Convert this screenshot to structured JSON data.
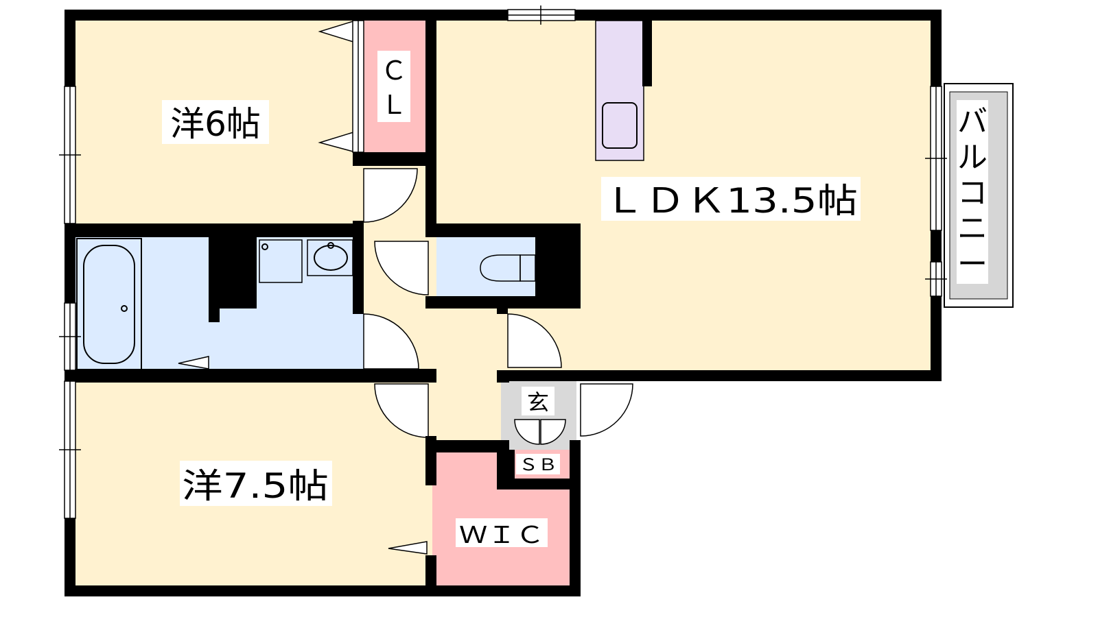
{
  "rooms": {
    "western_6": "洋6帖",
    "closet": [
      "Ｃ",
      "Ｌ"
    ],
    "ldk": "ＬＤＫ13.5帖",
    "balcony": [
      "バ",
      "ル",
      "コ",
      "ニ",
      "ー"
    ],
    "western_7_5": "洋7.5帖",
    "entrance": "玄",
    "shoe_box": "ＳＢ",
    "wic": "ＷＩＣ"
  },
  "colors": {
    "bedroom": "#FFF2D0",
    "wet_area": "#DCEBFF",
    "closet": "#FFBFC0",
    "kitchen": "#E8DDF5",
    "entrance": "#D9D9D9",
    "balcony": "#D6D6D6",
    "wall": "#000000"
  }
}
